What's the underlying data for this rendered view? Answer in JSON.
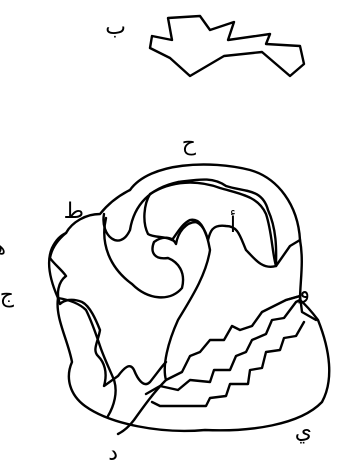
{
  "diagram": {
    "loose_piece_label": "ب",
    "labels": {
      "top": "ح",
      "inner_piece": "أ",
      "left_top": "ط",
      "left_mid": "هـ",
      "left_low": "ج",
      "right": "و",
      "bottom_right": "ي",
      "bottom": "د"
    }
  }
}
